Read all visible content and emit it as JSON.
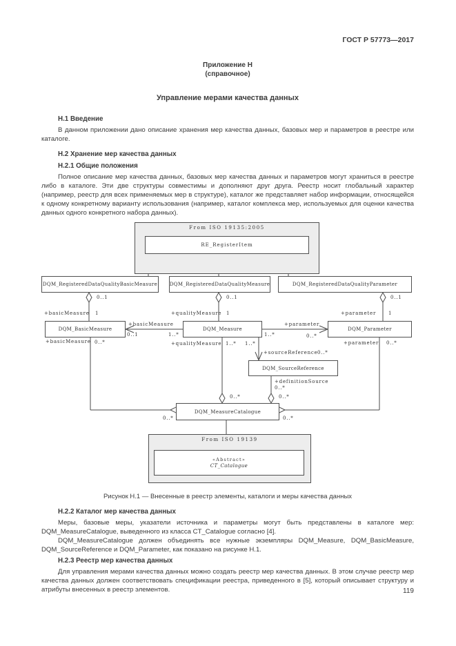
{
  "page": {
    "header_right": "ГОСТ Р 57773—2017",
    "appendix_label": "Приложение Н",
    "appendix_type": "(справочное)",
    "title": "Управление мерами качества данных",
    "page_number": "119"
  },
  "content": {
    "h1_heading": "Н.1 Введение",
    "h1_para": "В данном приложении дано описание хранения мер качества данных, базовых мер и параметров в реестре или каталоге.",
    "h2_heading": "Н.2 Хранение мер качества данных",
    "h21_heading": "Н.2.1 Общие положения",
    "h21_para": "Полное описание мер качества данных, базовых мер качества данных и параметров могут храниться в реестре либо в каталоге. Эти две структуры совместимы и дополняют друг друга. Реестр носит глобальный характер (например, реестр для всех применяемых мер в структуре), каталог же представляет набор информации, относящейся к одному конкретному варианту использования (например, каталог комплекса мер, используемых для оценки качества данных одного конкретного набора данных).",
    "figure_caption": "Рисунок Н.1 — Внесенные в реестр элементы, каталоги и меры качества данных",
    "h22_heading": "Н.2.2 Каталог мер качества данных",
    "h22_para1": "Меры, базовые меры, указатели источника и параметры могут быть представлены в каталоге мер: DQM_MeasureCatalogue, выведенного из класса CT_Catalogue согласно [4].",
    "h22_para2": "DQM_MeasureCatalogue должен объединять все нужные экземпляры DQM_Measure, DQM_BasicMeasure, DQM_SourceReference и DQM_Parameter, как показано на рисунке Н.1.",
    "h23_heading": "Н.2.3 Реестр мер качества данных",
    "h23_para": "Для управления мерами качества данных можно создать реестр мер качества данных. В этом случае реестр мер качества данных должен соответствовать спецификации реестра, приведенного в [5], который описывает структуру и атрибуты внесенных в реестр элементов."
  },
  "diagram": {
    "iso_top": {
      "label": "From ISO 19135:2005",
      "class": "RE_RegisterItem"
    },
    "iso_bottom": {
      "label": "From ISO 19139",
      "stereotype": "«Abstract»",
      "class": "CT_Catalogue"
    },
    "classes": {
      "reg_basic": "DQM_RegisteredDataQualityBasicMeasure",
      "reg_measure": "DQM_RegisteredDataQualityMeasure",
      "reg_param": "DQM_RegisteredDataQualityParameter",
      "basic": "DQM_BasicMeasure",
      "measure": "DQM_Measure",
      "param": "DQM_Parameter",
      "source_ref": "DQM_SourceReference",
      "catalogue": "DQM_MeasureCatalogue"
    },
    "roles": {
      "basic": "+basicMeasure",
      "quality": "+qualityMeasure",
      "param": "+parameter",
      "source": "+sourceReference",
      "definition": "+definitionSource"
    },
    "mult": {
      "one": "1",
      "zero_one": "0..1",
      "zero_many": "0..*",
      "one_many": "1..*"
    }
  }
}
